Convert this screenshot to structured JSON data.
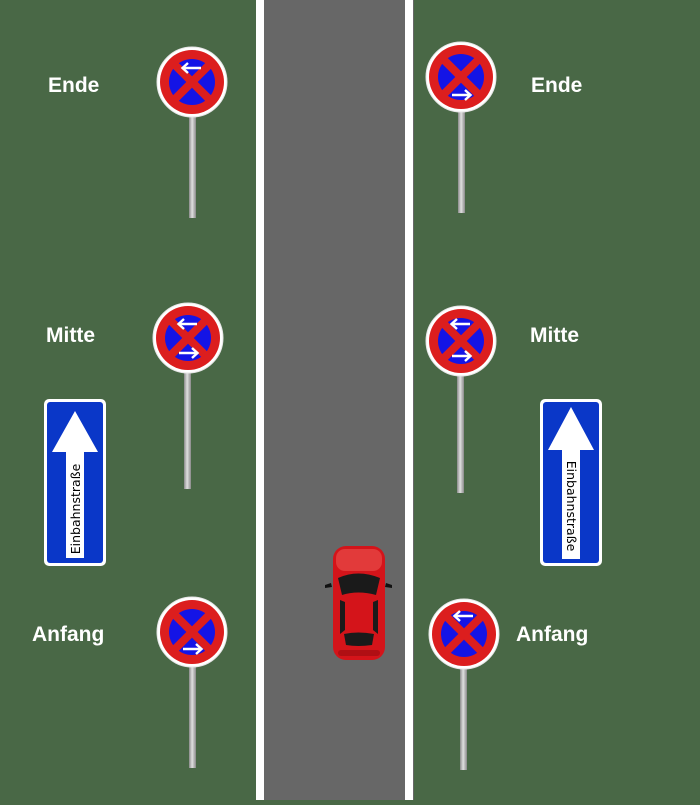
{
  "colors": {
    "grass": "#496846",
    "road": "#676767",
    "road_edge_line": "#ffffff",
    "sign_red": "#dc1e1e",
    "sign_blue": "#1414e6",
    "oneway_blue": "#0a37c8",
    "pole": "#a9a9a9",
    "car_red": "#d4141a"
  },
  "zone_labels": {
    "end": "Ende",
    "middle": "Mitte",
    "start": "Anfang"
  },
  "oneway_sign": {
    "text": "Einbahnstraße",
    "icon": "up-arrow-icon"
  },
  "no_stopping_signs": [
    {
      "side": "left",
      "zone": "end",
      "arrows": [
        "left"
      ]
    },
    {
      "side": "left",
      "zone": "middle",
      "arrows": [
        "left",
        "right"
      ]
    },
    {
      "side": "left",
      "zone": "start",
      "arrows": [
        "right"
      ]
    },
    {
      "side": "right",
      "zone": "end",
      "arrows": [
        "right"
      ]
    },
    {
      "side": "right",
      "zone": "middle",
      "arrows": [
        "left",
        "right"
      ]
    },
    {
      "side": "right",
      "zone": "start",
      "arrows": [
        "left"
      ]
    }
  ],
  "car": {
    "icon": "red-car-icon",
    "direction": "up"
  }
}
